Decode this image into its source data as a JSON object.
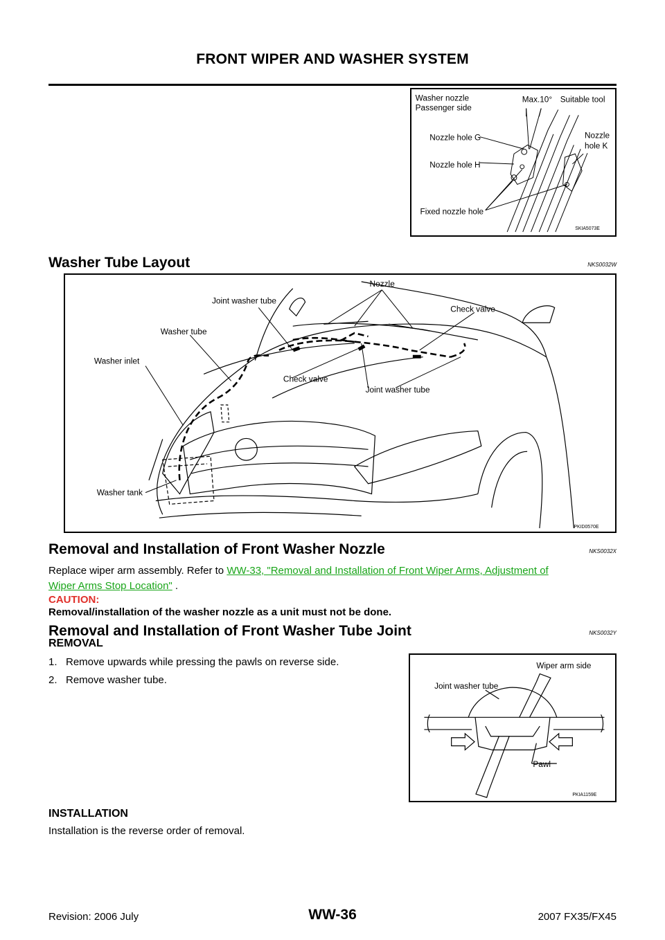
{
  "header": {
    "title": "FRONT WIPER AND WASHER SYSTEM"
  },
  "fig1": {
    "labels": {
      "washer_nozzle": "Washer nozzle",
      "passenger_side": "Passenger side",
      "max_angle": "Max.10°",
      "suitable_tool": "Suitable tool",
      "nozzle_hole_g": "Nozzle hole G",
      "nozzle_hole_h": "Nozzle hole H",
      "nozzle": "Nozzle",
      "hole_k": "hole K",
      "fixed_nozzle_hole": "Fixed nozzle hole"
    },
    "code": "SKIA5073E"
  },
  "section1": {
    "title": "Washer Tube Layout",
    "code": "NKS0032W"
  },
  "fig2": {
    "labels": {
      "nozzle": "Nozzle",
      "joint_washer_tube_top": "Joint washer tube",
      "check_valve_right": "Check valve",
      "washer_tube": "Washer tube",
      "washer_inlet": "Washer inlet",
      "check_valve_center": "Check valve",
      "joint_washer_tube_bottom": "Joint washer tube",
      "washer_tank": "Washer tank"
    },
    "code": "PKID0570E"
  },
  "section2": {
    "title": "Removal and Installation of Front Washer Nozzle",
    "code": "NKS0032X",
    "text_before": "Replace wiper arm assembly. Refer to ",
    "link_line1": "WW-33, \"Removal and Installation of Front Wiper Arms, Adjustment of",
    "link_line2": "Wiper Arms Stop Location\"",
    "text_after": " .",
    "caution_label": "CAUTION:",
    "caution_text": "Removal/installation of the washer nozzle as a unit must not be done."
  },
  "section3": {
    "title": "Removal and Installation of Front Washer Tube Joint",
    "code": "NKS0032Y",
    "removal_heading": "REMOVAL",
    "steps": [
      "1.   Remove upwards while pressing the pawls on reverse side.",
      "2.   Remove washer tube."
    ],
    "installation_heading": "INSTALLATION",
    "installation_text": "Installation is the reverse order of removal."
  },
  "fig3": {
    "labels": {
      "wiper_arm_side": "Wiper arm side",
      "joint_washer_tube": "Joint washer tube",
      "pawl": "Pawl"
    },
    "code": "PKIA1159E"
  },
  "footer": {
    "revision": "Revision: 2006 July",
    "page": "WW-36",
    "model": "2007 FX35/FX45"
  }
}
